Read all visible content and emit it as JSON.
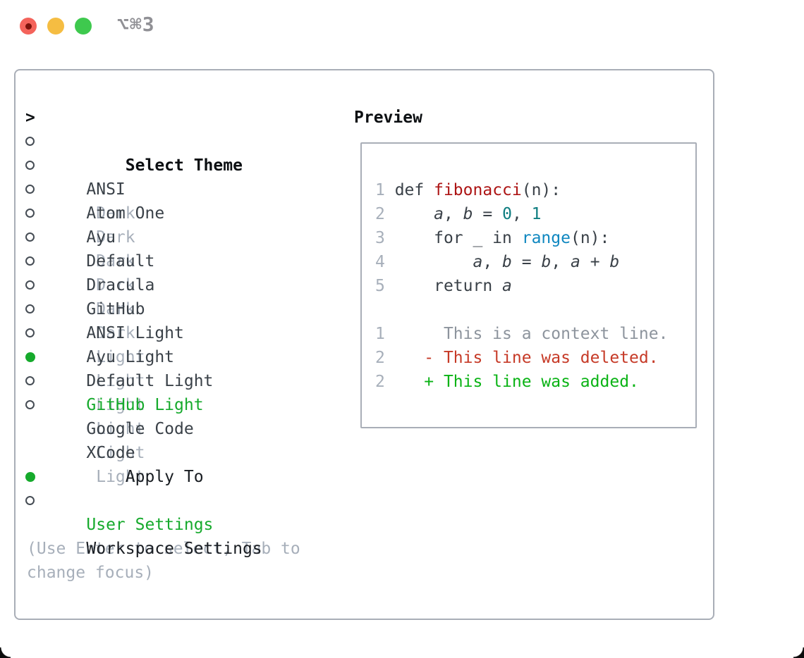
{
  "window": {
    "title": "⌥⌘3",
    "traffic_lights": [
      "close",
      "minimize",
      "zoom"
    ]
  },
  "left": {
    "header": {
      "marker": ">",
      "label": "Select Theme"
    },
    "themes": [
      {
        "name": "ANSI",
        "variant": "Dark",
        "selected": false
      },
      {
        "name": "Atom One",
        "variant": "Dark",
        "selected": false
      },
      {
        "name": "Ayu",
        "variant": "Dark",
        "selected": false
      },
      {
        "name": "Default",
        "variant": "Dark",
        "selected": false
      },
      {
        "name": "Dracula",
        "variant": "Dark",
        "selected": false
      },
      {
        "name": "GitHub",
        "variant": "Dark",
        "selected": false
      },
      {
        "name": "ANSI Light",
        "variant": "Light",
        "selected": false
      },
      {
        "name": "Ayu Light",
        "variant": "Light",
        "selected": false
      },
      {
        "name": "Default Light",
        "variant": "Light",
        "selected": false
      },
      {
        "name": "GitHub Light",
        "variant": "Light",
        "selected": true
      },
      {
        "name": "Google Code",
        "variant": "Light",
        "selected": false
      },
      {
        "name": "XCode",
        "variant": "Light",
        "selected": false
      }
    ],
    "apply_to": {
      "header": "Apply To",
      "options": [
        {
          "label": "User Settings",
          "selected": true
        },
        {
          "label": "Workspace Settings",
          "selected": false
        }
      ]
    },
    "help_lines": [
      "(Use Enter to select, Tab to",
      "change focus)"
    ]
  },
  "preview": {
    "header": "Preview",
    "code_lines": [
      {
        "num": "1",
        "segs": [
          [
            "code",
            " def "
          ],
          [
            "function",
            "fibonacci"
          ],
          [
            "code",
            "(n):"
          ]
        ]
      },
      {
        "num": "2",
        "segs": [
          [
            "code",
            "     "
          ],
          [
            "var",
            "a"
          ],
          [
            "code",
            ", "
          ],
          [
            "var",
            "b"
          ],
          [
            "code",
            " = "
          ],
          [
            "number",
            "0"
          ],
          [
            "code",
            ", "
          ],
          [
            "number",
            "1"
          ]
        ]
      },
      {
        "num": "3",
        "segs": [
          [
            "code",
            "     for _ in "
          ],
          [
            "builtin",
            "range"
          ],
          [
            "code",
            "(n):"
          ]
        ]
      },
      {
        "num": "4",
        "segs": [
          [
            "code",
            "         "
          ],
          [
            "var",
            "a"
          ],
          [
            "code",
            ", "
          ],
          [
            "var",
            "b"
          ],
          [
            "code",
            " = "
          ],
          [
            "var",
            "b"
          ],
          [
            "code",
            ", "
          ],
          [
            "var",
            "a"
          ],
          [
            "code",
            " + "
          ],
          [
            "var",
            "b"
          ]
        ]
      },
      {
        "num": "5",
        "segs": [
          [
            "code",
            "     return "
          ],
          [
            "var",
            "a"
          ]
        ]
      },
      {
        "num": "",
        "segs": []
      },
      {
        "num": "1",
        "segs": [
          [
            "ctx",
            "      This is a context line."
          ]
        ]
      },
      {
        "num": "2",
        "segs": [
          [
            "del",
            "    - This line was deleted."
          ]
        ]
      },
      {
        "num": "2",
        "segs": [
          [
            "add",
            "    + This line was added."
          ]
        ]
      }
    ]
  },
  "colors": {
    "selected-green": "#16aa2c",
    "added-green": "#0ab315",
    "deleted-red": "#c63a27",
    "function-red": "#ad1414",
    "number-teal": "#0e7d80",
    "builtin-blue": "#0f87c0",
    "text-dark": "#3a4148",
    "muted-gray": "#a7afba",
    "context-gray": "#8d949d",
    "border-gray": "#a9aeb7",
    "title-gray": "#909095",
    "traffic-red": "#f4635b",
    "traffic-yellow": "#f5bd42",
    "traffic-green": "#3ec94e"
  }
}
